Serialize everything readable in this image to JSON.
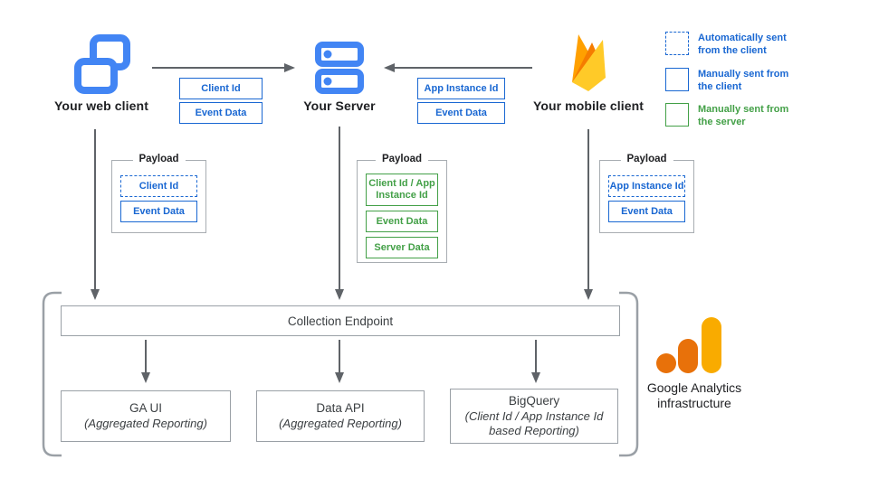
{
  "diagram": {
    "nodes": {
      "web_client": {
        "label": "Your web client",
        "icon": "overlapping-windows-icon"
      },
      "server": {
        "label": "Your Server",
        "icon": "server-stack-icon"
      },
      "mobile_client": {
        "label": "Your mobile client",
        "icon": "firebase-flame-icon"
      }
    },
    "flows": {
      "web_to_server": {
        "tags": [
          "Client Id",
          "Event Data"
        ]
      },
      "mobile_to_server": {
        "tags": [
          "App Instance Id",
          "Event Data"
        ]
      }
    },
    "legend": [
      {
        "label": "Automatically sent from the client",
        "style": "dashed-blue"
      },
      {
        "label": "Manually sent from the client",
        "style": "solid-blue"
      },
      {
        "label": "Manually sent from the server",
        "style": "solid-green"
      }
    ],
    "payloads": [
      {
        "title": "Payload",
        "items": [
          {
            "label": "Client Id",
            "style": "dashed-blue"
          },
          {
            "label": "Event Data",
            "style": "solid-blue"
          }
        ]
      },
      {
        "title": "Payload",
        "items": [
          {
            "label": "Client Id / App Instance Id",
            "style": "solid-green"
          },
          {
            "label": "Event Data",
            "style": "solid-green"
          },
          {
            "label": "Server Data",
            "style": "solid-green"
          }
        ]
      },
      {
        "title": "Payload",
        "items": [
          {
            "label": "App Instance Id",
            "style": "dashed-blue"
          },
          {
            "label": "Event Data",
            "style": "solid-blue"
          }
        ]
      }
    ],
    "collection_endpoint": {
      "label": "Collection Endpoint"
    },
    "outputs": [
      {
        "title": "GA UI",
        "subtitle": "(Aggregated Reporting)"
      },
      {
        "title": "Data API",
        "subtitle": "(Aggregated Reporting)"
      },
      {
        "title": "BigQuery",
        "subtitle": "(Client Id / App Instance Id based Reporting)"
      }
    ],
    "infrastructure": {
      "label": "Google Analytics infrastructure",
      "icon": "google-analytics-logo"
    },
    "colors": {
      "blue": "#1967D2",
      "icon_blue": "#4285F4",
      "green": "#43A047",
      "arrow_gray": "#5F6368",
      "box_border_gray": "#9AA0A6",
      "ga_orange": "#E8710A",
      "ga_amber": "#F9AB00",
      "firebase_amber": "#FFA000",
      "firebase_orange": "#F57C00",
      "firebase_yellow": "#FFCA28"
    }
  }
}
